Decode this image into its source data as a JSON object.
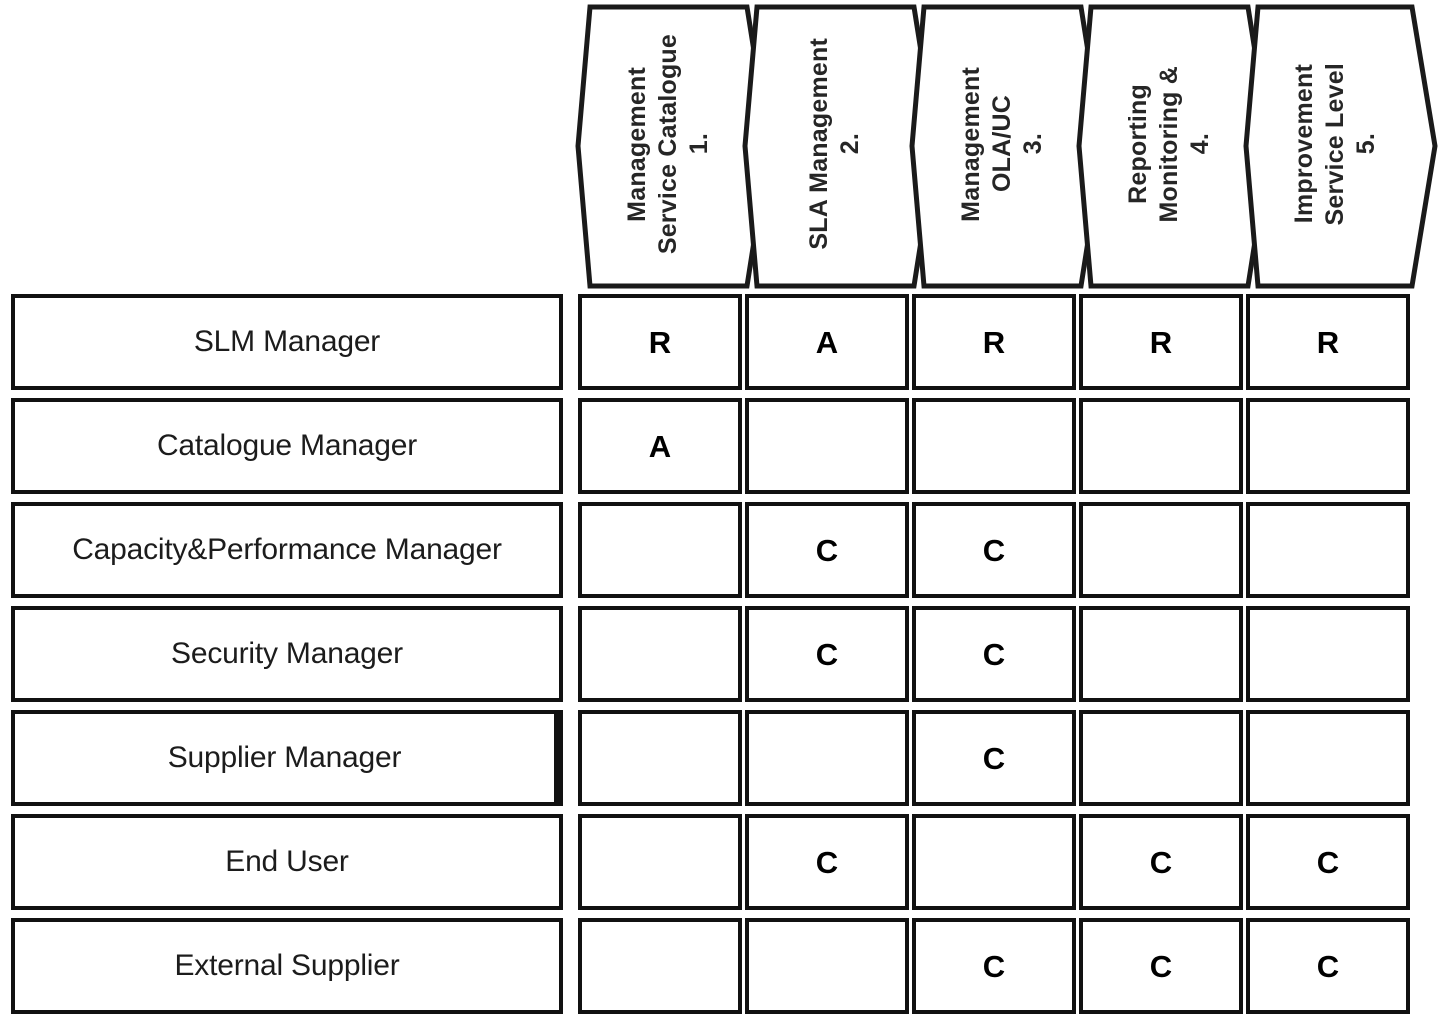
{
  "diagram": {
    "type": "raci-matrix",
    "legend_codes": [
      "R",
      "A",
      "C"
    ],
    "columns": [
      {
        "number": "1.",
        "name": "Service Catalogue Management",
        "lines": [
          "1.",
          "Service Catalogue",
          "Management"
        ]
      },
      {
        "number": "2.",
        "name": "SLA Management",
        "lines": [
          "2.",
          "SLA Management"
        ]
      },
      {
        "number": "3.",
        "name": "OLA/UC Management",
        "lines": [
          "3.",
          "OLA/UC",
          "Management"
        ]
      },
      {
        "number": "4.",
        "name": "Monitoring & Reporting",
        "lines": [
          "4.",
          "Monitoring &",
          "Reporting"
        ]
      },
      {
        "number": "5.",
        "name": "Service Level Improvement",
        "lines": [
          "5.",
          "Service Level",
          "Improvement"
        ]
      }
    ],
    "rows": [
      {
        "role": "SLM Manager",
        "values": [
          "R",
          "A",
          "R",
          "R",
          "R"
        ]
      },
      {
        "role": "Catalogue Manager",
        "values": [
          "A",
          "",
          "",
          "",
          ""
        ]
      },
      {
        "role": "Capacity&Performance Manager",
        "values": [
          "",
          "C",
          "C",
          "",
          ""
        ]
      },
      {
        "role": "Security Manager",
        "values": [
          "",
          "C",
          "C",
          "",
          ""
        ]
      },
      {
        "role": "Supplier Manager",
        "values": [
          "",
          "",
          "C",
          "",
          ""
        ]
      },
      {
        "role": "End User",
        "values": [
          "",
          "C",
          "",
          "C",
          "C"
        ]
      },
      {
        "role": "External Supplier",
        "values": [
          "",
          "",
          "C",
          "C",
          "C"
        ]
      }
    ],
    "colors": {
      "border": "#111111",
      "text": "#1c1c1c",
      "background": "#ffffff",
      "header_text": "#262626"
    }
  }
}
